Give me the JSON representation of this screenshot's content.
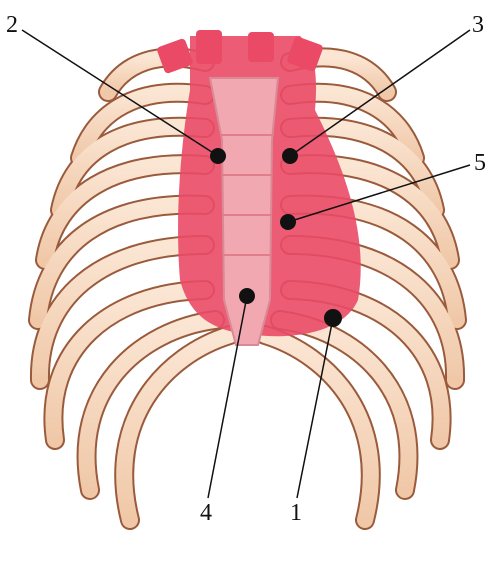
{
  "figure": {
    "labels": [
      {
        "id": "label-1",
        "text": "1"
      },
      {
        "id": "label-2",
        "text": "2"
      },
      {
        "id": "label-3",
        "text": "3"
      },
      {
        "id": "label-4",
        "text": "4"
      },
      {
        "id": "label-5",
        "text": "5"
      }
    ],
    "colors": {
      "bone": "#f7dcc6",
      "bone_outline": "#8a4a2e",
      "heart_area": "#ea4a66",
      "sternum": "#f2a8b0",
      "marker": "#111111"
    }
  }
}
